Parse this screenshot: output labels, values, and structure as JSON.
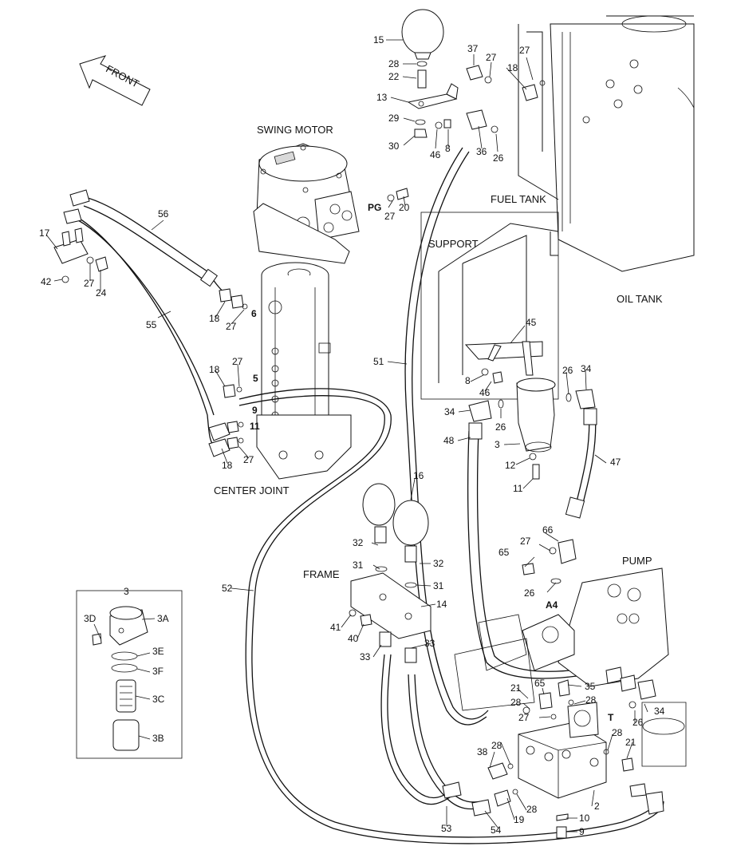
{
  "captions": {
    "swing_motor": "SWING MOTOR",
    "fuel_tank": "FUEL TANK",
    "support": "SUPPORT",
    "oil_tank": "OIL TANK",
    "center_joint": "CENTER JOINT",
    "frame": "FRAME",
    "pump": "PUMP",
    "front": "FRONT"
  },
  "ports": {
    "pg": "PG",
    "a4": "A4",
    "t": "T",
    "p6": "6",
    "p5": "5",
    "p9": "9",
    "p11": "11"
  },
  "callouts": [
    "15",
    "28",
    "22",
    "13",
    "29",
    "30",
    "46",
    "8",
    "37",
    "27",
    "18",
    "27",
    "36",
    "26",
    "27",
    "20",
    "17",
    "42",
    "27",
    "24",
    "56",
    "55",
    "18",
    "27",
    "18",
    "27",
    "18",
    "27",
    "51",
    "45",
    "8",
    "46",
    "26",
    "34",
    "34",
    "26",
    "48",
    "3",
    "12",
    "11",
    "47",
    "16",
    "32",
    "31",
    "32",
    "31",
    "14",
    "41",
    "40",
    "33",
    "33",
    "65",
    "27",
    "66",
    "26",
    "52",
    "21",
    "65",
    "35",
    "28",
    "28",
    "27",
    "34",
    "26",
    "28",
    "21",
    "38",
    "28",
    "53",
    "54",
    "19",
    "28",
    "10",
    "9",
    "2"
  ],
  "inset": {
    "title": "3",
    "items": [
      "3D",
      "3A",
      "3E",
      "3F",
      "3C",
      "3B"
    ]
  }
}
